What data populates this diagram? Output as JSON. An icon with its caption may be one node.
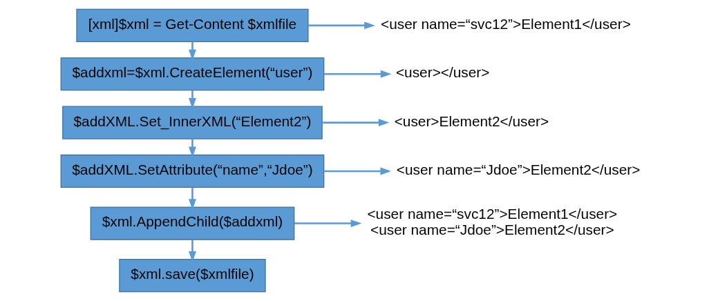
{
  "diagram": {
    "nodes": [
      {
        "text": [
          "[xml]$xml = Get-Content $xmlfile"
        ]
      },
      {
        "text": [
          "<user name=“svc12”>Element1</user>"
        ]
      },
      {
        "text": [
          "$addxml=$xml.CreateElement(“user”)"
        ]
      },
      {
        "text": [
          "<user></user>"
        ]
      },
      {
        "text": [
          "$addXML.Set_InnerXML(“Element2”)"
        ]
      },
      {
        "text": [
          "<user>Element2</user>"
        ]
      },
      {
        "text": [
          "$addXML.SetAttribute(“name”,“Jdoe”)"
        ]
      },
      {
        "text": [
          "<user name=“Jdoe”>Element2</user>"
        ]
      },
      {
        "text": [
          "$xml.AppendChild($addxml)"
        ]
      },
      {
        "text": [
          "<user name=“svc12”>Element1</user>",
          "<user name=“Jdoe”>Element2</user>"
        ]
      },
      {
        "text": [
          "$xml.save($xmlfile)"
        ]
      }
    ],
    "edges": [
      {
        "from": 0,
        "to": 1,
        "arrow": "to"
      },
      {
        "from": 0,
        "to": 2,
        "arrow": "to"
      },
      {
        "from": 2,
        "to": 3,
        "arrow": "to"
      },
      {
        "from": 2,
        "to": 4,
        "arrow": "to"
      },
      {
        "from": 4,
        "to": 5,
        "arrow": "to"
      },
      {
        "from": 4,
        "to": 6,
        "arrow": "to"
      },
      {
        "from": 6,
        "to": 7,
        "arrow": "to"
      },
      {
        "from": 6,
        "to": 8,
        "arrow": "to"
      },
      {
        "from": 8,
        "to": 9,
        "arrow": "to"
      },
      {
        "from": 8,
        "to": 10,
        "arrow": "to"
      }
    ]
  }
}
